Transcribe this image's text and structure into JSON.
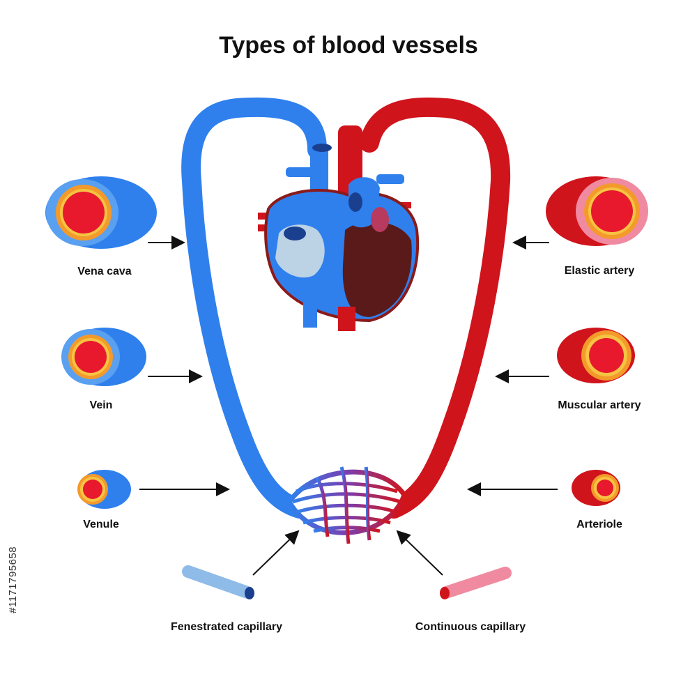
{
  "title": "Types of blood vessels",
  "labels": {
    "vena_cava": "Vena cava",
    "vein": "Vein",
    "venule": "Venule",
    "elastic_artery": "Elastic artery",
    "muscular_artery": "Muscular artery",
    "arteriole": "Arteriole",
    "fenestrated_capillary": "Fenestrated capillary",
    "continuous_capillary": "Continuous capillary"
  },
  "stock_id": "#1171795658",
  "colors": {
    "vein_blue": "#2f80ed",
    "artery_red": "#d0141c",
    "lumen_red": "#e8192c",
    "yellow_layer": "#f6c343",
    "orange_layer": "#f39a2b",
    "heart_dark": "#5a1a1a",
    "capillary_blue": "#8fbbe8",
    "capillary_pink": "#f08aa0"
  }
}
